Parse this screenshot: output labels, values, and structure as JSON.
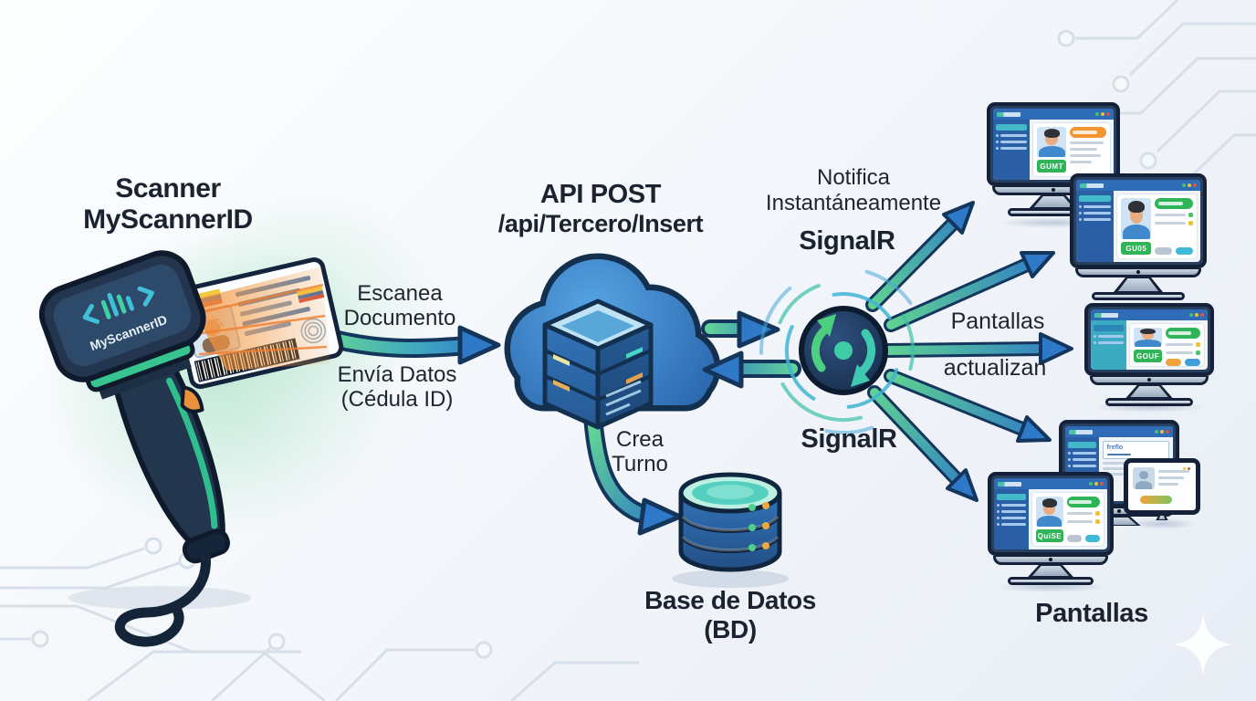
{
  "palette": {
    "navy": "#16243c",
    "accent_blue": "#2e79c8",
    "accent_green": "#4ccf7e",
    "accent_teal": "#3fc9b0",
    "accent_orange": "#f0952f"
  },
  "scanner": {
    "title_line1": "Scanner",
    "title_line2": "MyScannerID",
    "device_label": "MyScannerID"
  },
  "scan_flow": {
    "top_line1": "Escanea",
    "top_line2": "Documento",
    "bottom_line1": "Envía Datos",
    "bottom_line2": "(Cédula ID)"
  },
  "api": {
    "title_line1": "API POST",
    "title_line2": "/api/Tercero/Insert"
  },
  "turno": {
    "line1": "Crea",
    "line2": "Turno"
  },
  "database": {
    "line1": "Base de Datos",
    "line2": "(BD)"
  },
  "signalr": {
    "notify_line1": "Notifica",
    "notify_line2": "Instantáneamente",
    "label_top": "SignalR",
    "label_bottom": "SignalR"
  },
  "screens": {
    "update_line1": "Pantallas",
    "update_line2": "actualizan",
    "section_label": "Pantallas",
    "monitor_codes": {
      "monitor_top": "GUMT",
      "monitor_second": "GU05",
      "monitor_middle": "GOUF",
      "monitor_front": "QuiSE",
      "monitor_doc_title": "freflo"
    }
  }
}
